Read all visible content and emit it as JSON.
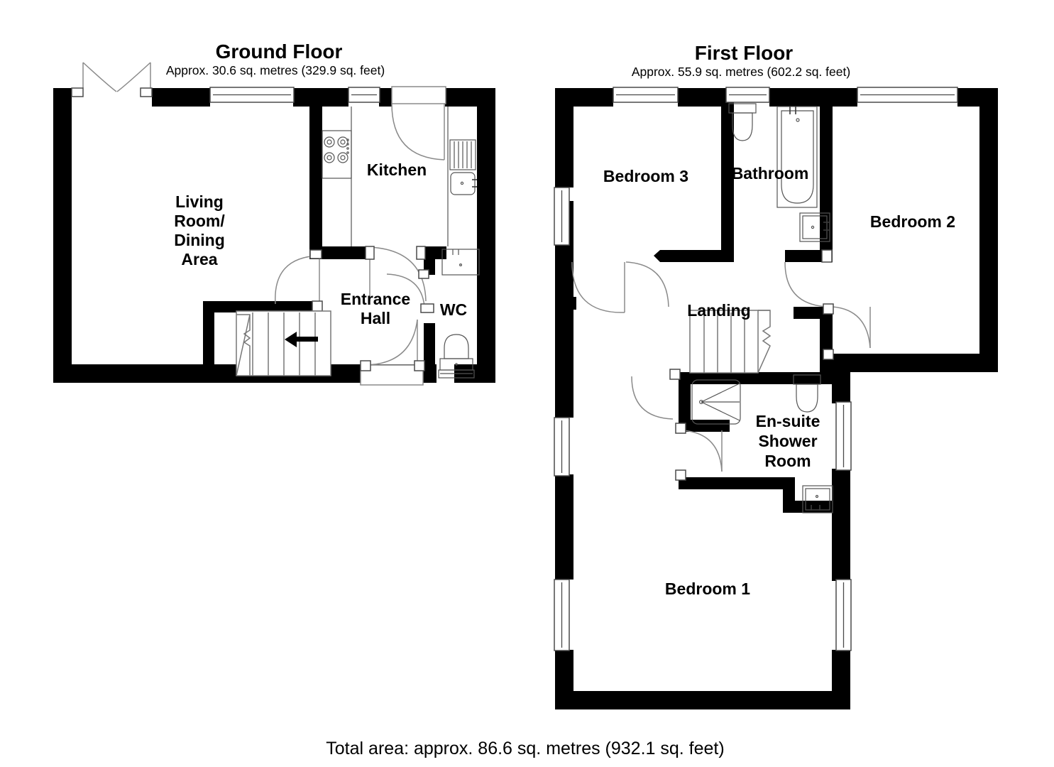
{
  "document": {
    "type": "floor-plan",
    "total_area_text": "Total area: approx. 86.6 sq. metres (932.1 sq. feet)"
  },
  "floors": [
    {
      "id": "ground",
      "title": "Ground Floor",
      "subtitle": "Approx. 30.6 sq. metres (329.9 sq. feet)",
      "area_sq_m": 30.6,
      "area_sq_ft": 329.9,
      "rooms": [
        {
          "id": "living",
          "label": "Living\nRoom/\nDining\nArea",
          "lines": [
            "Living",
            "Room/",
            "Dining",
            "Area"
          ]
        },
        {
          "id": "kitchen",
          "label": "Kitchen",
          "lines": [
            "Kitchen"
          ]
        },
        {
          "id": "entrance-hall",
          "label": "Entrance Hall",
          "lines": [
            "Entrance",
            "Hall"
          ]
        },
        {
          "id": "wc",
          "label": "WC",
          "lines": [
            "WC"
          ]
        }
      ],
      "fixtures": [
        "hob",
        "sink",
        "draining-board",
        "wc-basin",
        "toilet",
        "staircase-up",
        "french-doors",
        "front-door",
        "back-door"
      ],
      "windows": 3
    },
    {
      "id": "first",
      "title": "First Floor",
      "subtitle": "Approx. 55.9 sq. metres (602.2 sq. feet)",
      "area_sq_m": 55.9,
      "area_sq_ft": 602.2,
      "rooms": [
        {
          "id": "bedroom-3",
          "label": "Bedroom 3",
          "lines": [
            "Bedroom 3"
          ]
        },
        {
          "id": "bathroom",
          "label": "Bathroom",
          "lines": [
            "Bathroom"
          ]
        },
        {
          "id": "bedroom-2",
          "label": "Bedroom 2",
          "lines": [
            "Bedroom 2"
          ]
        },
        {
          "id": "landing",
          "label": "Landing",
          "lines": [
            "Landing"
          ]
        },
        {
          "id": "ensuite",
          "label": "En-suite Shower Room",
          "lines": [
            "En-suite",
            "Shower",
            "Room"
          ]
        },
        {
          "id": "bedroom-1",
          "label": "Bedroom 1",
          "lines": [
            "Bedroom 1"
          ]
        }
      ],
      "fixtures": [
        "bath",
        "toilet",
        "basin",
        "shower-tray",
        "ensuite-toilet",
        "ensuite-basin",
        "staircase-down"
      ],
      "windows": 9
    }
  ],
  "colors": {
    "wall": "#000000",
    "background": "#ffffff",
    "fixture_stroke": "#3a3a3a",
    "door_swing": "#8a8a8a",
    "text": "#000000"
  }
}
